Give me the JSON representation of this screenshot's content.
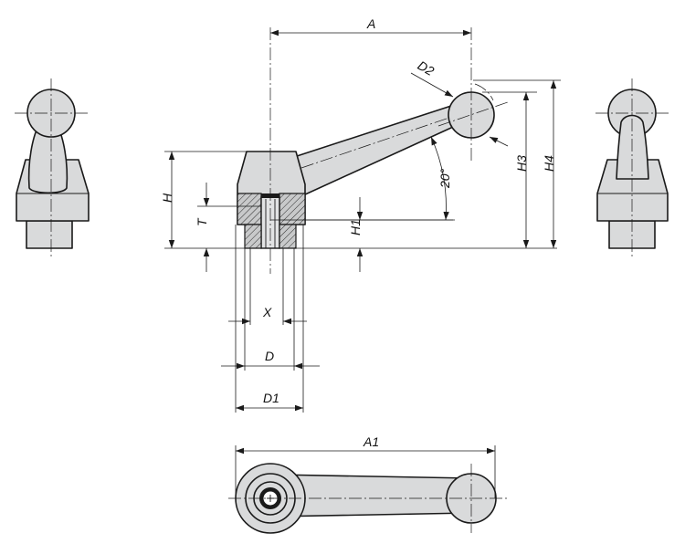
{
  "labels": {
    "A": "A",
    "A1": "A1",
    "D": "D",
    "D1": "D1",
    "D2": "D2",
    "H": "H",
    "H1": "H1",
    "H3": "H3",
    "H4": "H4",
    "T": "T",
    "X": "X",
    "angle": "20°"
  },
  "colors": {
    "part_fill": "#d9dadb",
    "line": "#1a1a1a",
    "background": "#ffffff"
  }
}
